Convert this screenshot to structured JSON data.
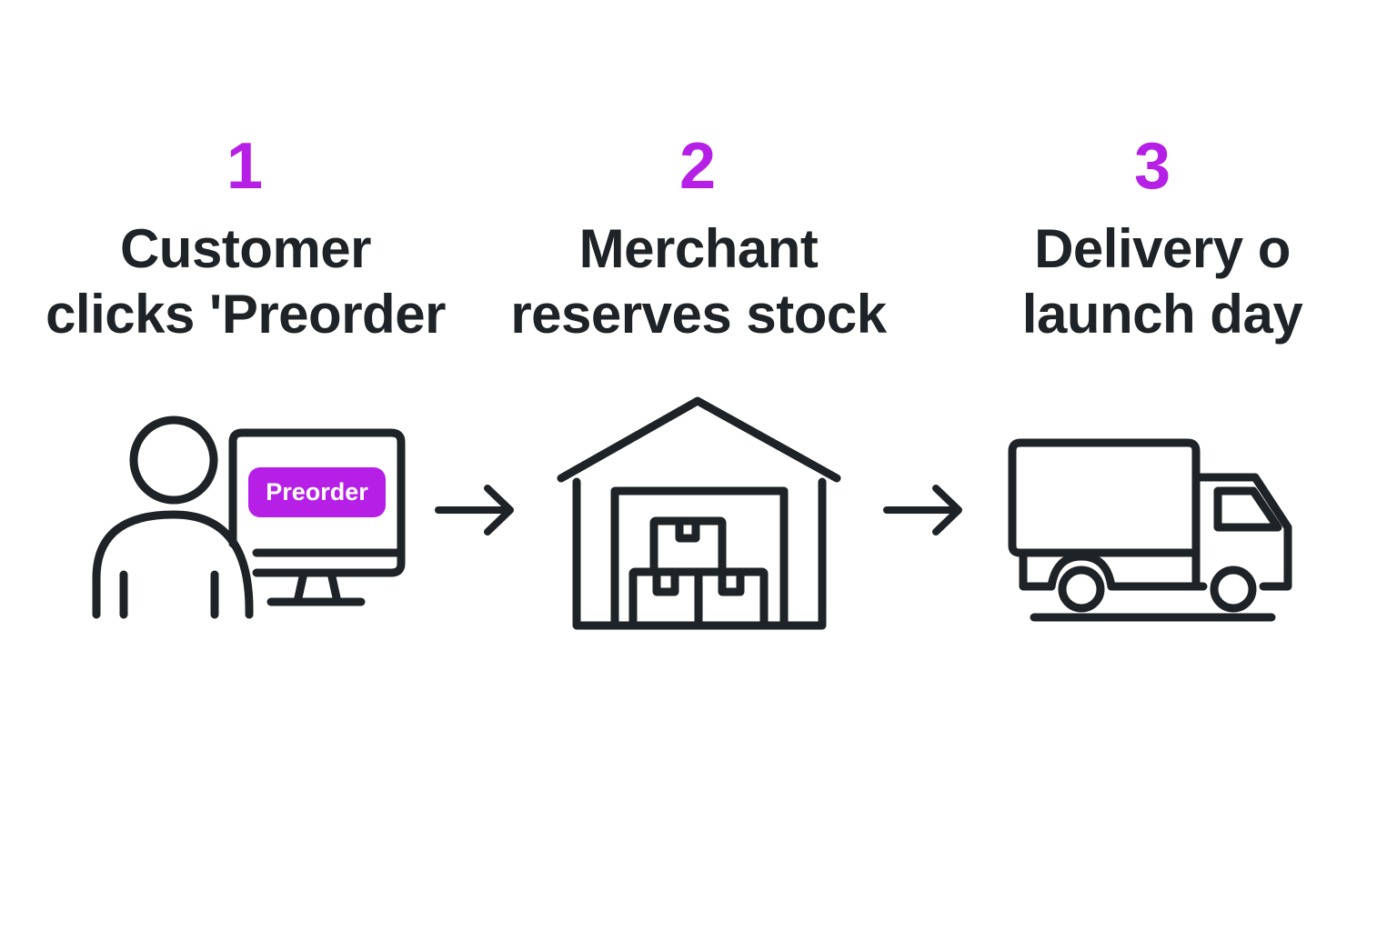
{
  "colors": {
    "accent": "#b620e6",
    "ink": "#1e2327",
    "background": "#ffffff"
  },
  "steps": [
    {
      "number": "1",
      "title_line1": "Customer",
      "title_line2": "clicks 'Preorder",
      "icon": "customer-at-computer-icon",
      "button_label": "Preorder"
    },
    {
      "number": "2",
      "title_line1": "Merchant",
      "title_line2": "reserves stock",
      "icon": "warehouse-icon"
    },
    {
      "number": "3",
      "title_line1": "Delivery o",
      "title_line2": "launch day",
      "icon": "delivery-truck-icon"
    }
  ],
  "connectors": [
    "arrow-right-icon",
    "arrow-right-icon"
  ]
}
